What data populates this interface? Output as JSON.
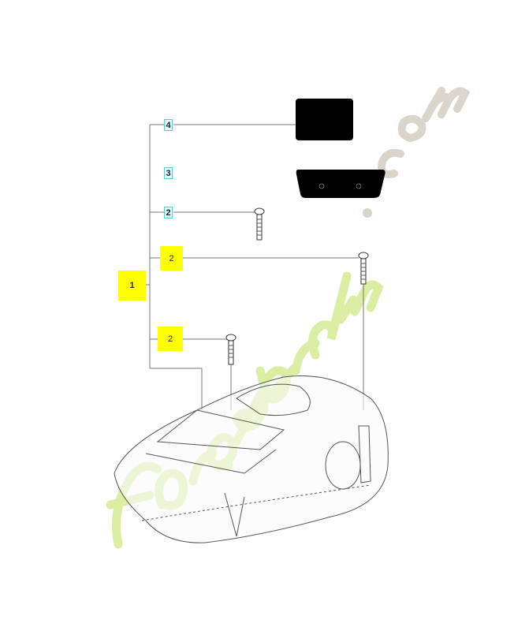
{
  "diagram": {
    "callouts": [
      {
        "id": "4",
        "style": "cyan"
      },
      {
        "id": "3",
        "style": "cyan"
      },
      {
        "id": "2",
        "style": "cyan"
      },
      {
        "id": "2",
        "style": "yellow"
      },
      {
        "id": "1",
        "style": "yellow"
      },
      {
        "id": "2",
        "style": "yellow"
      }
    ],
    "highlight_color": "#ffff00",
    "callout_border_color": "#5cc9d6"
  },
  "watermark": {
    "text": "foretjardin.com",
    "color_green": "#d6ec9a",
    "color_grey": "#d8d0c6"
  }
}
